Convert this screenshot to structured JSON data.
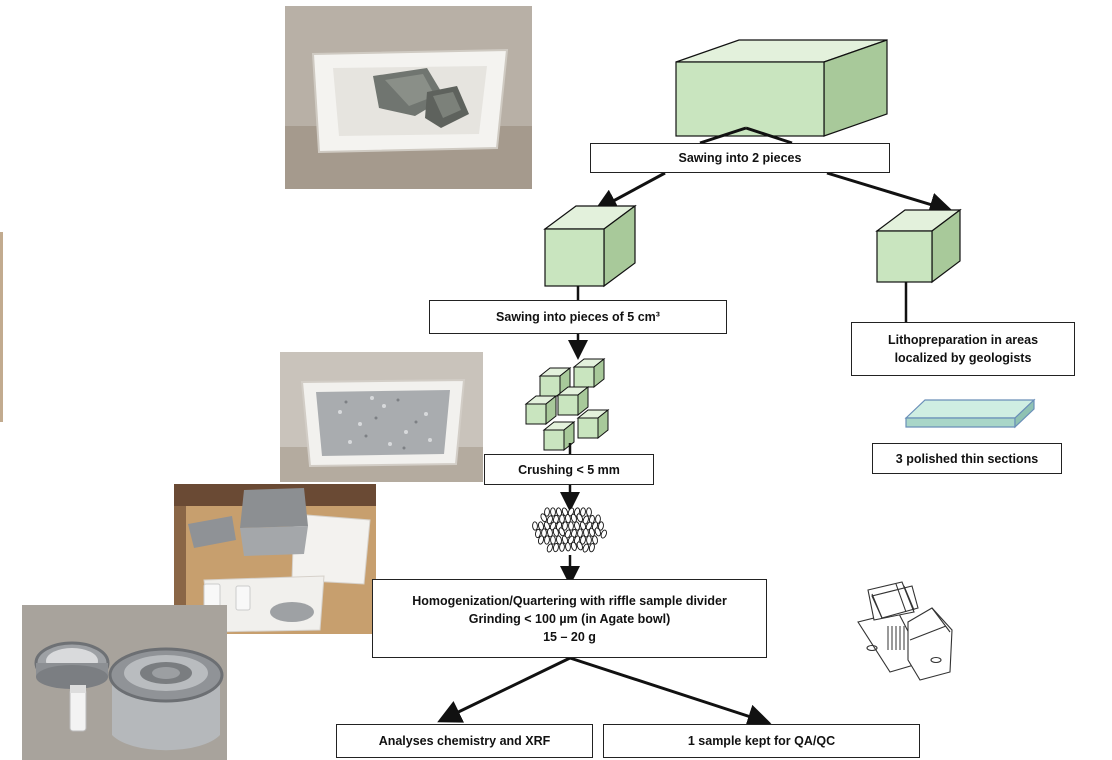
{
  "steps": {
    "sawing_two": "Sawing into 2 pieces",
    "sawing_five": "Sawing into pieces of 5 cm³",
    "litho_line1": "Lithopreparation in areas",
    "litho_line2": "localized by geologists",
    "thin_sections": "3 polished thin sections",
    "crushing": "Crushing < 5 mm",
    "homog_line1": "Homogenization/Quartering with riffle sample divider",
    "homog_line2": "Grinding < 100 µm (in Agate bowl)",
    "homog_line3": "15 – 20 g",
    "analyses": "Analyses chemistry and XRF",
    "qaqc": "1 sample kept for QA/QC"
  },
  "photos": {
    "tray_rock": "photo of rock pieces in a white tray",
    "tray_crushed": "photo of crushed material in a white tray",
    "riffle_divider": "photo of riffle sample divider with trays",
    "agate_bowl": "photo of agate grinding bowl"
  },
  "colors": {
    "cube_front": "#c9e5bf",
    "cube_top": "#e3f1dc",
    "cube_side": "#a8c99a",
    "slab": "#bfe3d4"
  }
}
